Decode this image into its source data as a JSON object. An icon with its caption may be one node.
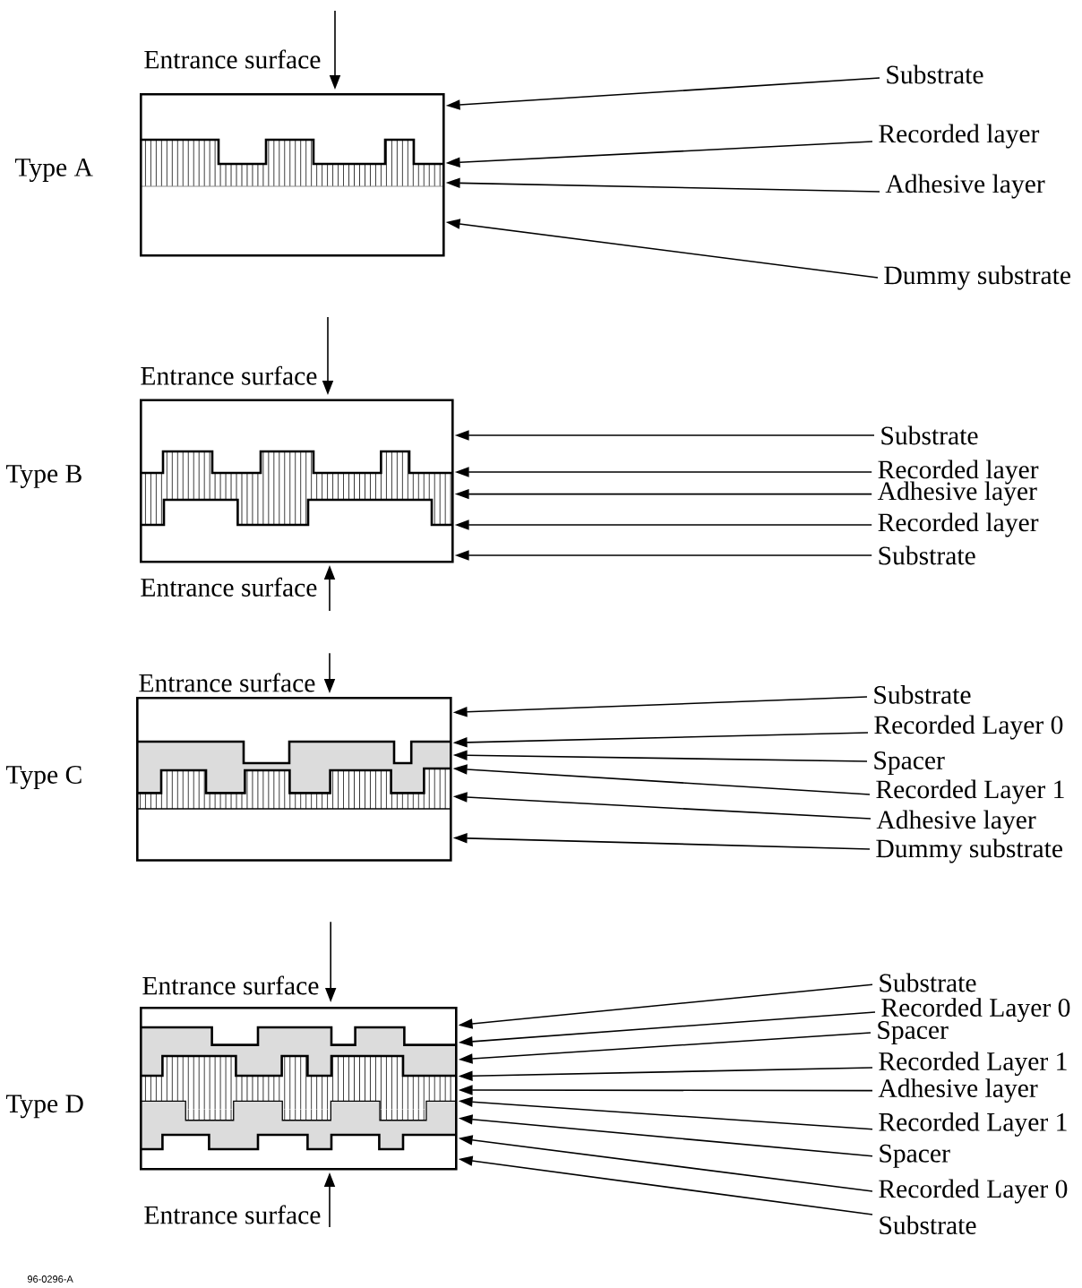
{
  "diagram": {
    "nodes": [
      {
        "text": [],
        "shape": "box",
        "beside": [
          "Entrance surface",
          "Type A"
        ]
      },
      {
        "text": [
          "Substrate"
        ]
      },
      {
        "text": [
          "Recorded layer"
        ]
      },
      {
        "text": [
          "Adhesive layer"
        ]
      },
      {
        "text": [
          "Dummy substrate"
        ]
      },
      {
        "text": [],
        "shape": "box",
        "beside": [
          "Entrance surface",
          "Type B",
          "Entrance surface"
        ]
      },
      {
        "text": [
          "Substrate"
        ]
      },
      {
        "text": [
          "Recorded layer"
        ]
      },
      {
        "text": [
          "Adhesive layer"
        ]
      },
      {
        "text": [
          "Recorded layer"
        ]
      },
      {
        "text": [
          "Substrate"
        ]
      },
      {
        "text": [],
        "shape": "box",
        "beside": [
          "Entrance surface",
          "Type C"
        ]
      },
      {
        "text": [
          "Substrate"
        ]
      },
      {
        "text": [
          "Recorded Layer 0"
        ]
      },
      {
        "text": [
          "Spacer"
        ]
      },
      {
        "text": [
          "Recorded Layer 1"
        ]
      },
      {
        "text": [
          "Adhesive layer"
        ]
      },
      {
        "text": [
          "Dummy substrate"
        ]
      },
      {
        "text": [],
        "shape": "box",
        "beside": [
          "Entrance surface",
          "Type D",
          "Entrance surface"
        ]
      },
      {
        "text": [
          "Substrate"
        ]
      },
      {
        "text": [
          "Recorded Layer 0"
        ]
      },
      {
        "text": [
          "Spacer"
        ]
      },
      {
        "text": [
          "Recorded Layer 1"
        ]
      },
      {
        "text": [
          "Adhesive layer"
        ]
      },
      {
        "text": [
          "Recorded Layer 1"
        ]
      },
      {
        "text": [
          "Spacer"
        ]
      },
      {
        "text": [
          "Recorded Layer 0"
        ]
      },
      {
        "text": [
          "Substrate"
        ]
      }
    ],
    "edges": [
      {
        "from": 1,
        "to": 0,
        "arrow": "to"
      },
      {
        "from": 2,
        "to": 0,
        "arrow": "to"
      },
      {
        "from": 3,
        "to": 0,
        "arrow": "to"
      },
      {
        "from": 4,
        "to": 0,
        "arrow": "to"
      },
      {
        "from": 6,
        "to": 5,
        "arrow": "to"
      },
      {
        "from": 7,
        "to": 5,
        "arrow": "to"
      },
      {
        "from": 8,
        "to": 5,
        "arrow": "to"
      },
      {
        "from": 9,
        "to": 5,
        "arrow": "to"
      },
      {
        "from": 10,
        "to": 5,
        "arrow": "to"
      },
      {
        "from": 12,
        "to": 11,
        "arrow": "to"
      },
      {
        "from": 13,
        "to": 11,
        "arrow": "to"
      },
      {
        "from": 14,
        "to": 11,
        "arrow": "to"
      },
      {
        "from": 15,
        "to": 11,
        "arrow": "to"
      },
      {
        "from": 16,
        "to": 11,
        "arrow": "to"
      },
      {
        "from": 17,
        "to": 11,
        "arrow": "to"
      },
      {
        "from": 19,
        "to": 18,
        "arrow": "to"
      },
      {
        "from": 20,
        "to": 18,
        "arrow": "to"
      },
      {
        "from": 21,
        "to": 18,
        "arrow": "to"
      },
      {
        "from": 22,
        "to": 18,
        "arrow": "to"
      },
      {
        "from": 23,
        "to": 18,
        "arrow": "to"
      },
      {
        "from": 24,
        "to": 18,
        "arrow": "to"
      },
      {
        "from": 25,
        "to": 18,
        "arrow": "to"
      },
      {
        "from": 26,
        "to": 18,
        "arrow": "to"
      },
      {
        "from": 27,
        "to": 18,
        "arrow": "to"
      }
    ],
    "labels": [
      "96-0296-A"
    ]
  }
}
